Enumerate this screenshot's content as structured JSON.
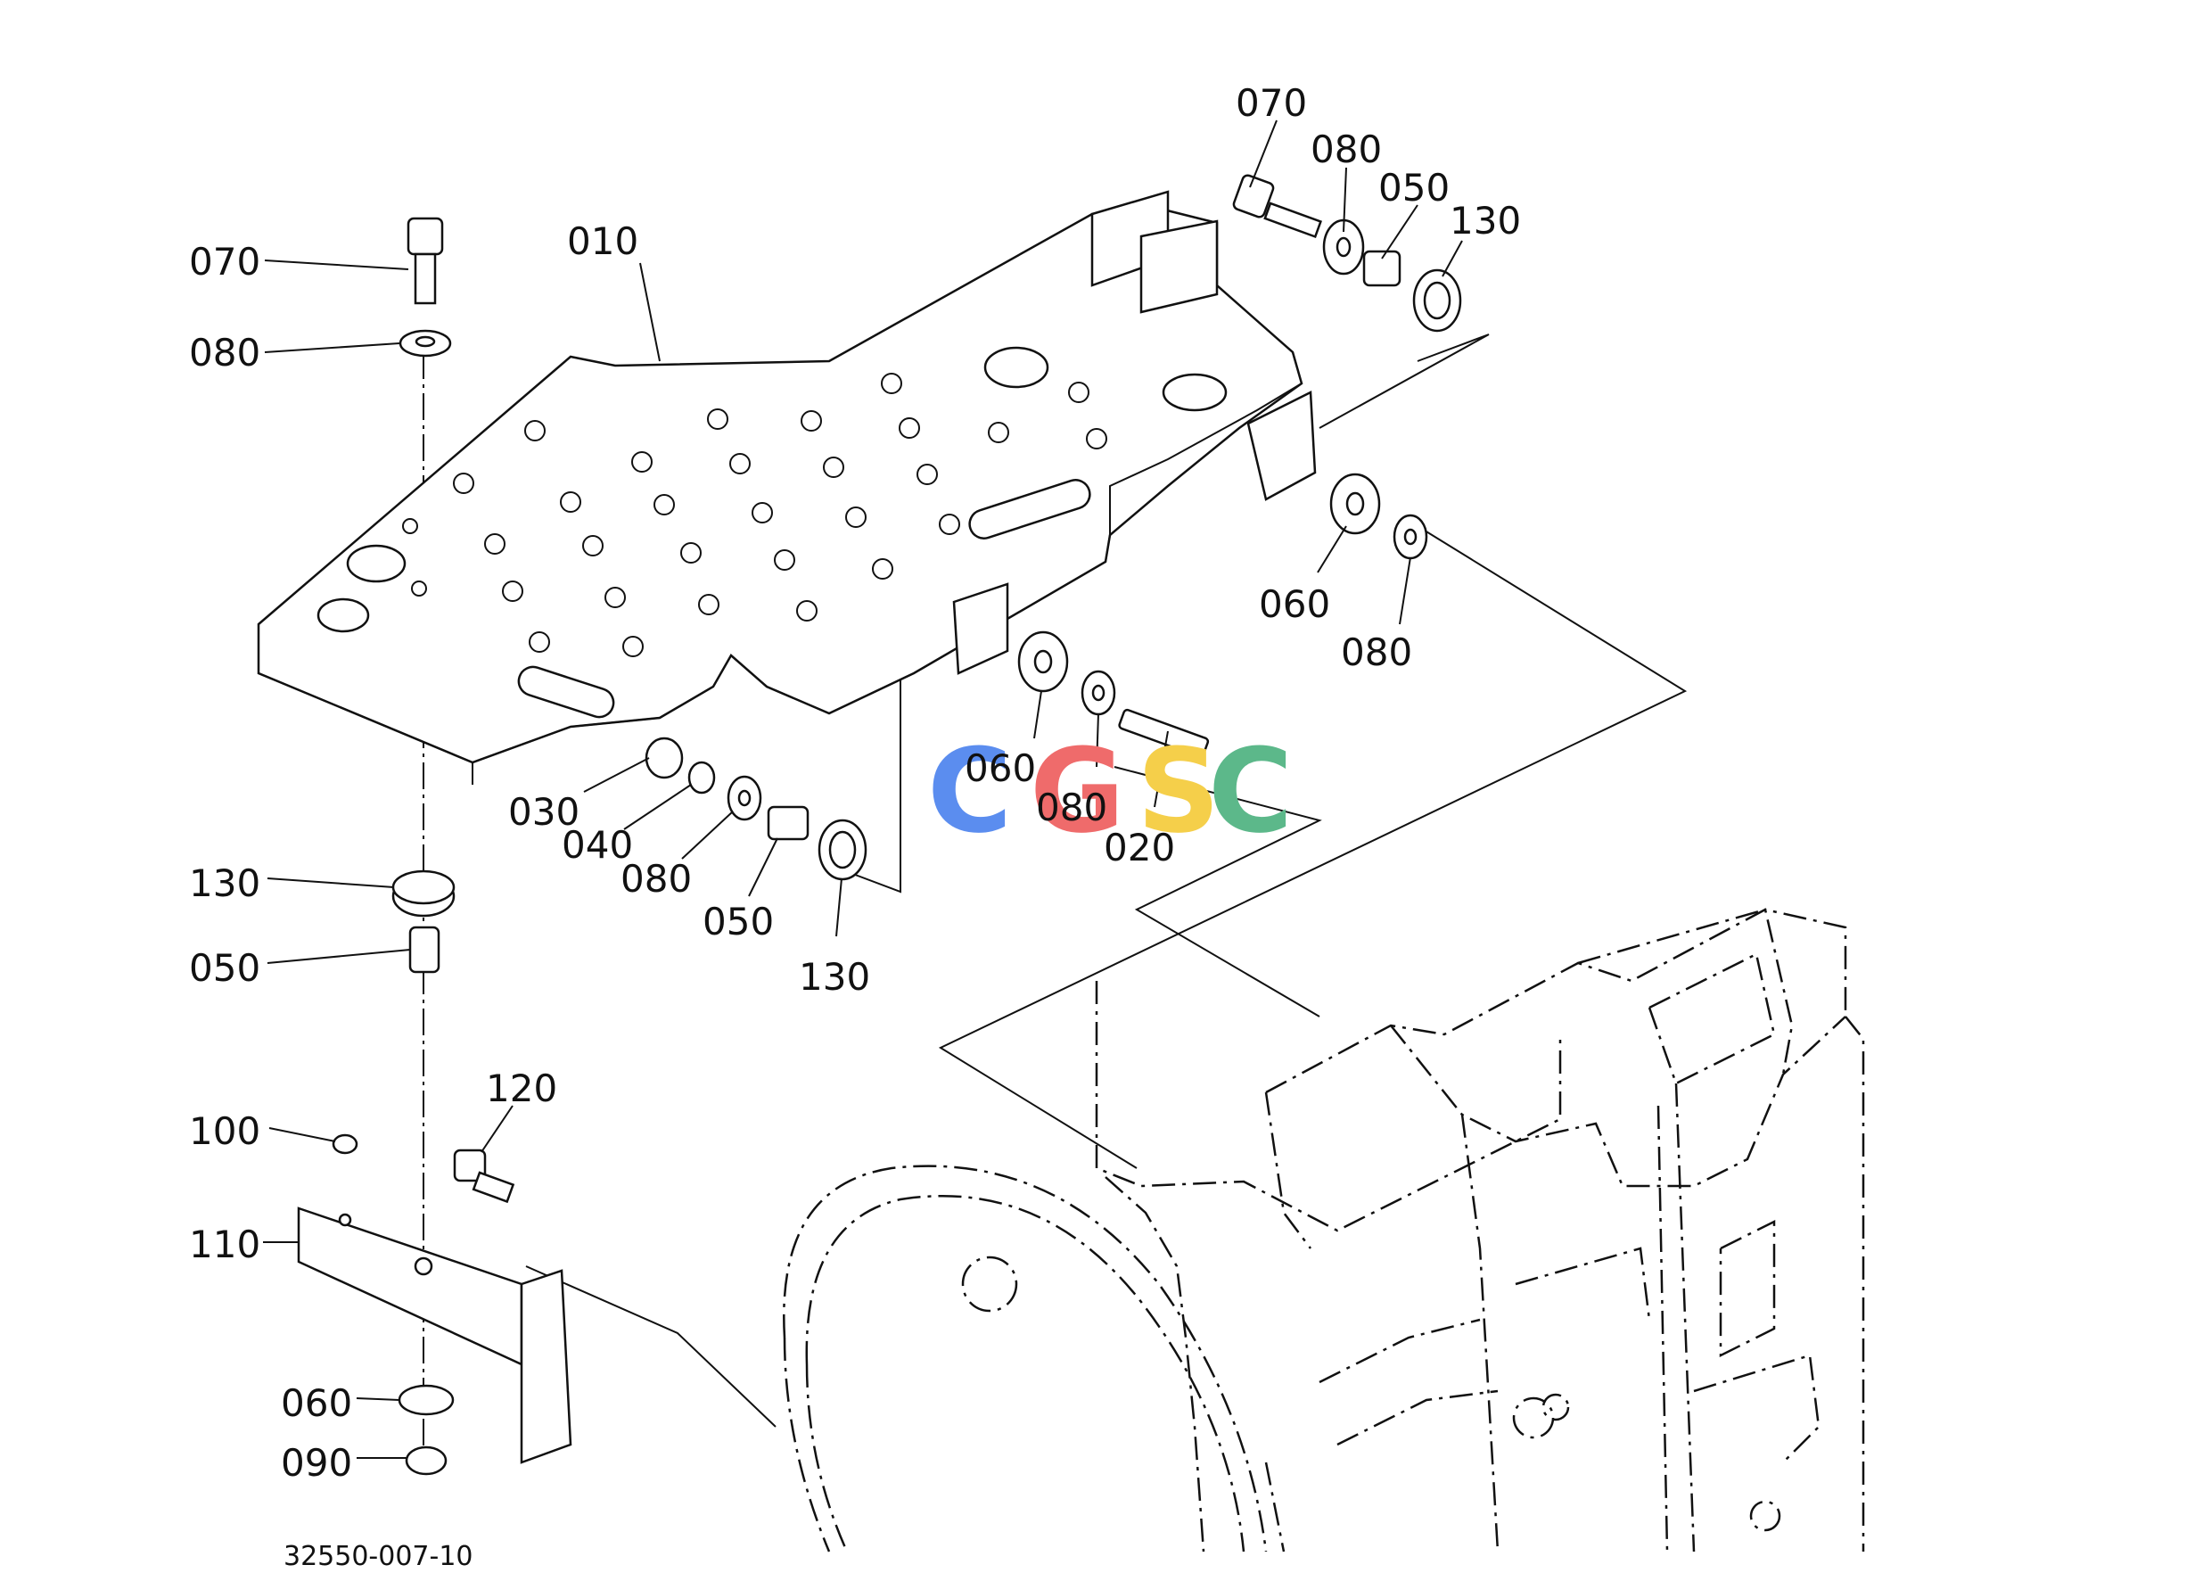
{
  "diagram": {
    "drawing_number": "32550-007-10",
    "watermark": {
      "letters": [
        "C",
        "G",
        "S",
        "C"
      ],
      "colors": [
        "#5b8def",
        "#ef6b6b",
        "#f5cf4a",
        "#5cb88a"
      ]
    },
    "callouts": [
      {
        "id": "c1",
        "number": "070"
      },
      {
        "id": "c2",
        "number": "080"
      },
      {
        "id": "c3",
        "number": "010"
      },
      {
        "id": "c4",
        "number": "070"
      },
      {
        "id": "c5",
        "number": "080"
      },
      {
        "id": "c6",
        "number": "050"
      },
      {
        "id": "c7",
        "number": "130"
      },
      {
        "id": "c8",
        "number": "060"
      },
      {
        "id": "c9",
        "number": "080"
      },
      {
        "id": "c10",
        "number": "060"
      },
      {
        "id": "c11",
        "number": "080"
      },
      {
        "id": "c12",
        "number": "020"
      },
      {
        "id": "c13",
        "number": "030"
      },
      {
        "id": "c14",
        "number": "040"
      },
      {
        "id": "c15",
        "number": "080"
      },
      {
        "id": "c16",
        "number": "050"
      },
      {
        "id": "c17",
        "number": "130"
      },
      {
        "id": "c18",
        "number": "130"
      },
      {
        "id": "c19",
        "number": "050"
      },
      {
        "id": "c20",
        "number": "120"
      },
      {
        "id": "c21",
        "number": "100"
      },
      {
        "id": "c22",
        "number": "110"
      },
      {
        "id": "c23",
        "number": "060"
      },
      {
        "id": "c24",
        "number": "090"
      }
    ]
  }
}
